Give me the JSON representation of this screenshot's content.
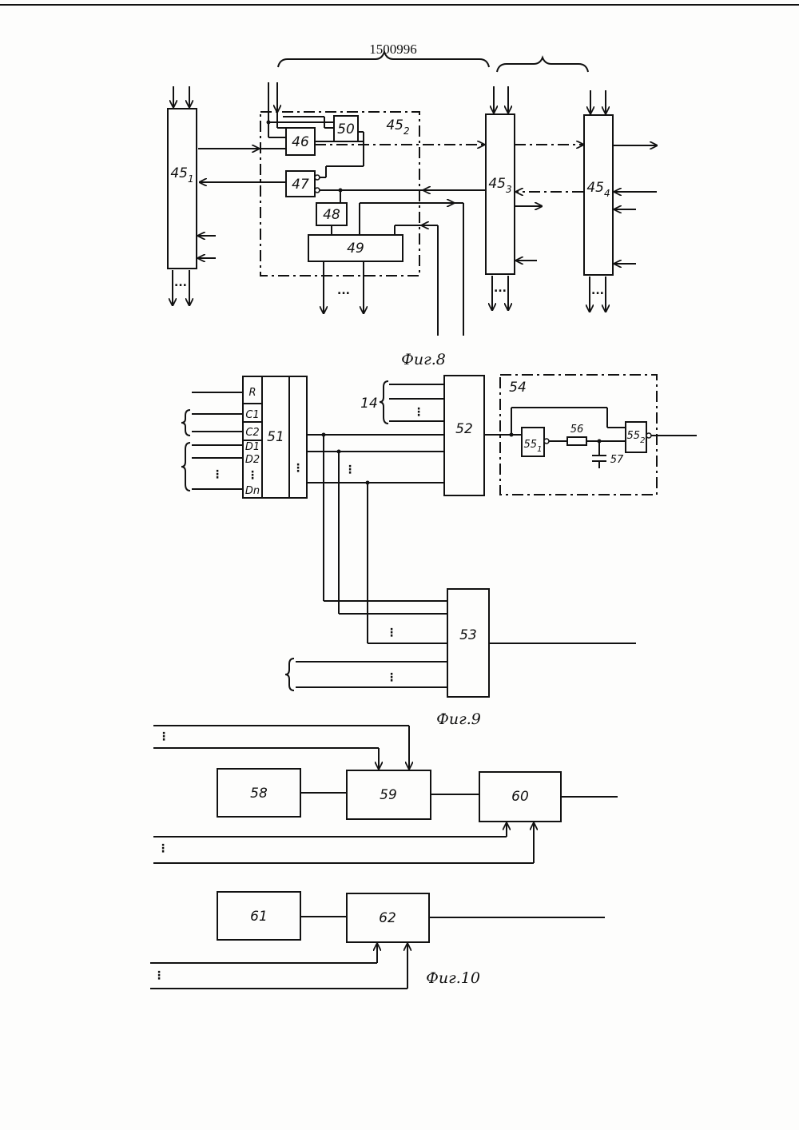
{
  "patent_number": "1500996",
  "figures": [
    {
      "caption": "Фиг.8"
    },
    {
      "caption": "Фиг.9"
    },
    {
      "caption": "Фиг.10"
    }
  ],
  "fig8": {
    "blocks": {
      "b45_1": "45",
      "b45_1_sub": "1",
      "b45_2": "45",
      "b45_2_sub": "2",
      "b45_3": "45",
      "b45_3_sub": "3",
      "b45_4": "45",
      "b45_4_sub": "4",
      "b46": "46",
      "b47": "47",
      "b48": "48",
      "b49": "49",
      "b50": "50"
    },
    "ellipsis": "..."
  },
  "fig9": {
    "blocks": {
      "b51": "51",
      "b52": "52",
      "b53": "53",
      "b54": "54",
      "b55_1": "55",
      "b55_1_sub": "1",
      "b55_2": "55",
      "b55_2_sub": "2",
      "b56": "56",
      "b57": "57"
    },
    "pins": [
      "R",
      "C1",
      "C2",
      "D1",
      "D2",
      "Dn"
    ],
    "bus_label": "14"
  },
  "fig10": {
    "blocks": {
      "b58": "58",
      "b59": "59",
      "b60": "60",
      "b61": "61",
      "b62": "62"
    }
  }
}
